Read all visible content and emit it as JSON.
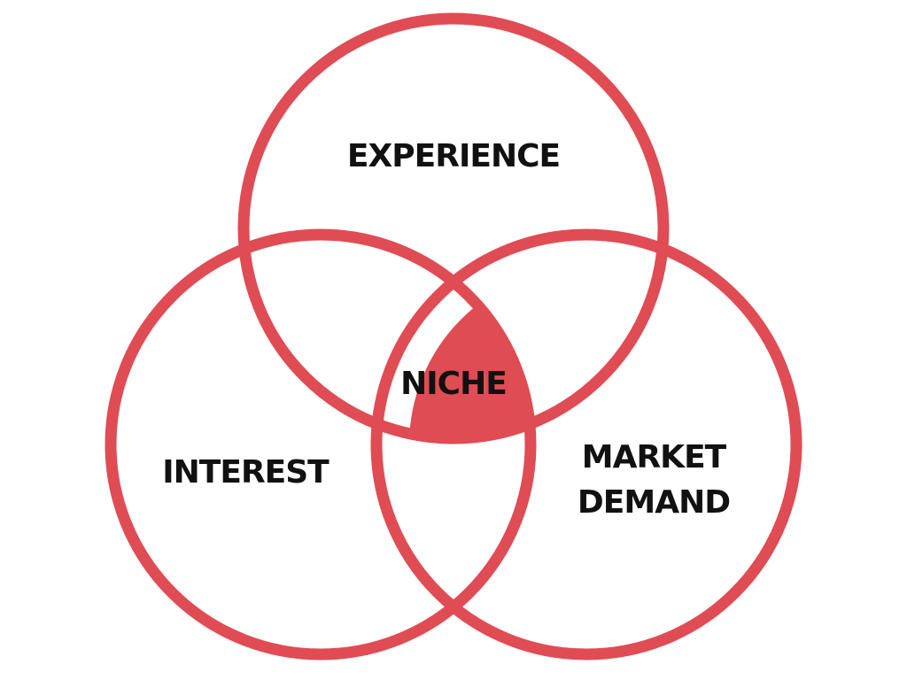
{
  "diagram": {
    "type": "venn",
    "colors": {
      "stroke": "#e04c54",
      "center_fill": "#e04c54",
      "background": "#ffffff",
      "text": "#111111"
    },
    "sets": [
      {
        "id": "experience",
        "label": "EXPERIENCE"
      },
      {
        "id": "interest",
        "label": "INTEREST"
      },
      {
        "id": "market",
        "label_lines": [
          "MARKET",
          "DEMAND"
        ]
      }
    ],
    "center": {
      "label": "NICHE"
    }
  }
}
